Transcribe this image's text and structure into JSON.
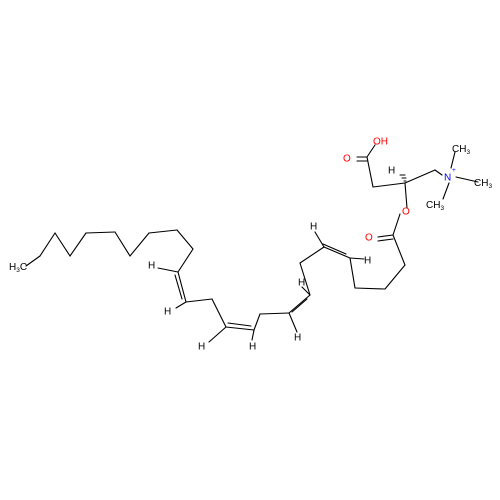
{
  "molecule": {
    "atom_labels": {
      "oh": "OH",
      "o_carbonyl_acid": "O",
      "o_ester": "O",
      "o_carbonyl_ester": "O",
      "n": "N",
      "n_charge": "+",
      "h_stereo": "H",
      "h1": "H",
      "h2": "H",
      "h3": "H",
      "h4": "H",
      "h5": "H",
      "h6": "H",
      "h7": "H",
      "h8": "H",
      "methyl_top": "CH",
      "methyl_top_sub": "3",
      "methyl_right": "CH",
      "methyl_right_sub": "3",
      "methyl_bottom": "CH",
      "methyl_bottom_sub": "3",
      "terminal": "H",
      "terminal_sub": "3",
      "terminal_c": "C"
    },
    "colors": {
      "oxygen": "#ff0000",
      "nitrogen": "#0000ff",
      "carbon": "#000000"
    }
  }
}
